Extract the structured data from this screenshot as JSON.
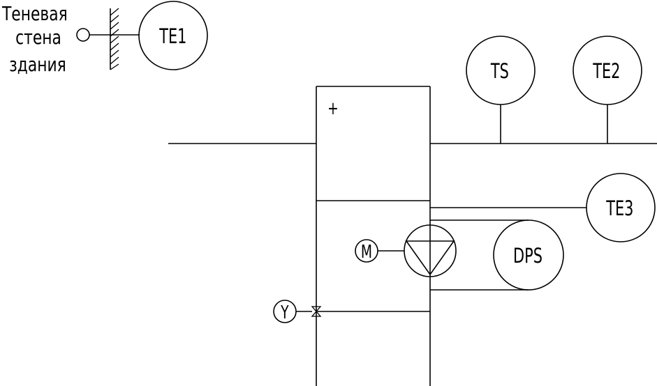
{
  "wall_label": [
    "Теневая",
    "стена",
    "здания"
  ],
  "sensors": {
    "te1": "TE1",
    "ts": "TS",
    "te2": "TE2",
    "te3": "TE3",
    "dps": "DPS"
  },
  "motor": "M",
  "actuator": "Y",
  "heater_symbol": "+"
}
